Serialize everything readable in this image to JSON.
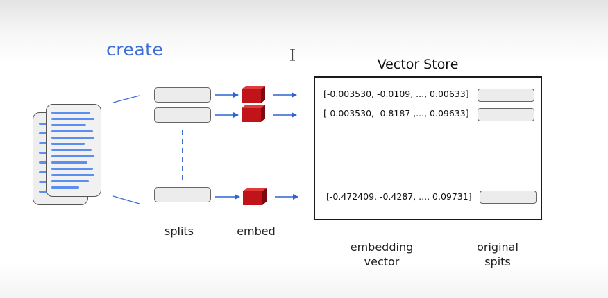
{
  "title": "create",
  "vector_store": {
    "title": "Vector Store",
    "vectors": [
      "[-0.003530, -0.0109, ..., 0.00633]",
      "[-0.003530, -0.8187 ,..., 0.09633]",
      "[-0.472409, -0.4287, ..., 0.09731]"
    ]
  },
  "labels": {
    "splits": "splits",
    "embed": "embed",
    "embedding_vector": "embedding vector",
    "original_splits": "original spits"
  },
  "colors": {
    "accent": "#3d6fd6",
    "arrow": "#2f63d0",
    "cube": "#c0141a",
    "doc_line": "#5b8ef0"
  }
}
